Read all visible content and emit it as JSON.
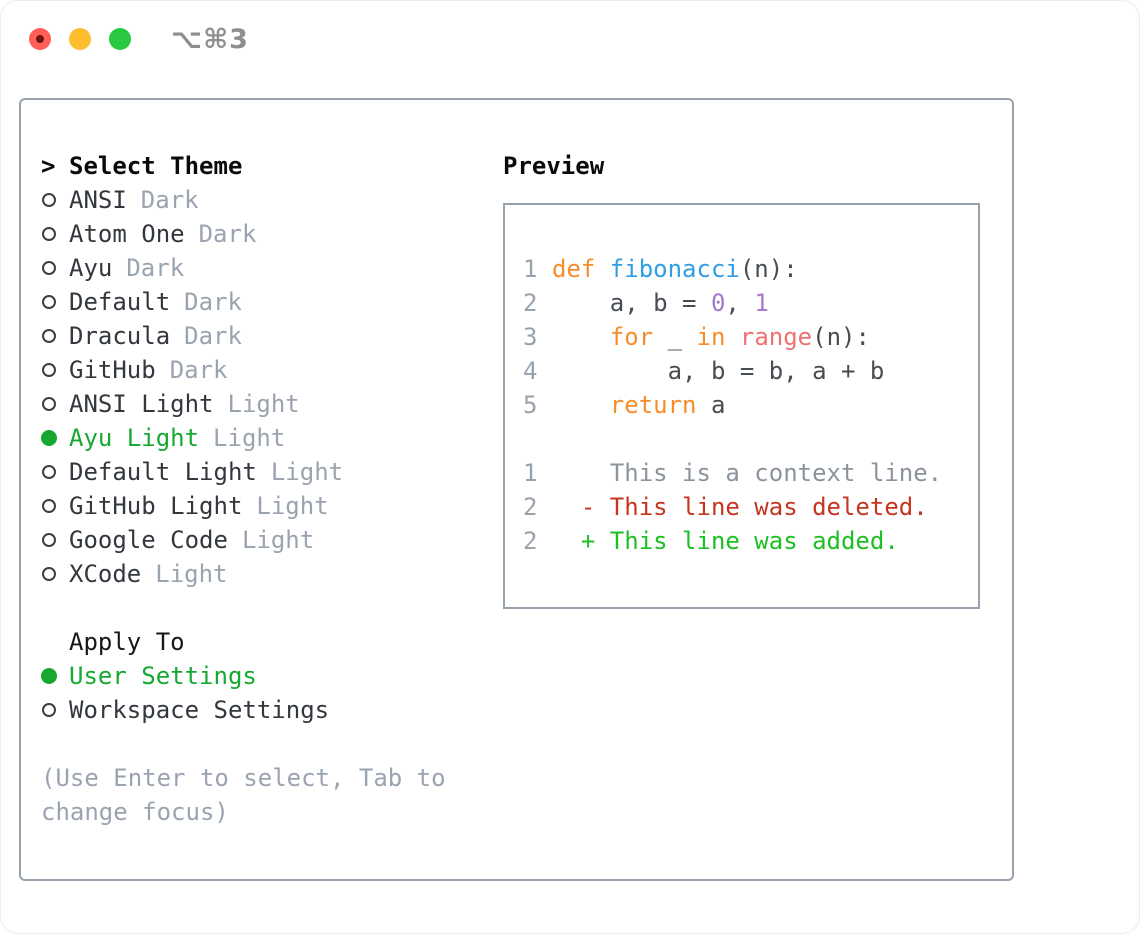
{
  "window": {
    "title": "⌥⌘3"
  },
  "colors": {
    "accent_green": "#16a831",
    "panel_border": "#98a2ad",
    "item_text": "#33383e",
    "tag_text": "#9aa3b0",
    "code_plain": "#474d53",
    "line_number": "#98a2ad",
    "keyword": "#f78c2a",
    "function": "#2f9ee3",
    "constant": "#a37acc",
    "special": "#f07171",
    "diff_context": "#8b939c",
    "diff_deleted": "#c4361f",
    "diff_added": "#1dc022",
    "traffic_red": "#ff5f57",
    "traffic_yellow": "#febc2f",
    "traffic_green": "#28c840"
  },
  "theme_list": {
    "header_marker": ">",
    "header_label": "Select Theme",
    "items": [
      {
        "name": "ANSI",
        "tag": "Dark",
        "selected": false
      },
      {
        "name": "Atom One",
        "tag": "Dark",
        "selected": false
      },
      {
        "name": "Ayu",
        "tag": "Dark",
        "selected": false
      },
      {
        "name": "Default",
        "tag": "Dark",
        "selected": false
      },
      {
        "name": "Dracula",
        "tag": "Dark",
        "selected": false
      },
      {
        "name": "GitHub",
        "tag": "Dark",
        "selected": false
      },
      {
        "name": "ANSI Light",
        "tag": "Light",
        "selected": false
      },
      {
        "name": "Ayu Light",
        "tag": "Light",
        "selected": true
      },
      {
        "name": "Default Light",
        "tag": "Light",
        "selected": false
      },
      {
        "name": "GitHub Light",
        "tag": "Light",
        "selected": false
      },
      {
        "name": "Google Code",
        "tag": "Light",
        "selected": false
      },
      {
        "name": "XCode",
        "tag": "Light",
        "selected": false
      }
    ]
  },
  "apply_to": {
    "header": "Apply To",
    "options": [
      {
        "label": "User Settings",
        "selected": true
      },
      {
        "label": "Workspace Settings",
        "selected": false
      }
    ]
  },
  "hint": "(Use Enter to select, Tab to change focus)",
  "preview": {
    "header": "Preview",
    "code_lines": [
      {
        "num": "1",
        "tokens": [
          [
            "def ",
            "keyword"
          ],
          [
            "fibonacci",
            "function"
          ],
          [
            "(n):",
            "plain"
          ]
        ]
      },
      {
        "num": "2",
        "tokens": [
          [
            "    a, b = ",
            "plain"
          ],
          [
            "0",
            "constant"
          ],
          [
            ", ",
            "plain"
          ],
          [
            "1",
            "constant"
          ]
        ]
      },
      {
        "num": "3",
        "tokens": [
          [
            "    ",
            "plain"
          ],
          [
            "for",
            "keyword"
          ],
          [
            " _ ",
            "plain"
          ],
          [
            "in",
            "keyword"
          ],
          [
            " ",
            "plain"
          ],
          [
            "range",
            "special"
          ],
          [
            "(n):",
            "plain"
          ]
        ]
      },
      {
        "num": "4",
        "tokens": [
          [
            "        a, b = b, a + b",
            "plain"
          ]
        ]
      },
      {
        "num": "5",
        "tokens": [
          [
            "    ",
            "plain"
          ],
          [
            "return",
            "keyword"
          ],
          [
            " a",
            "plain"
          ]
        ]
      }
    ],
    "diff_lines": [
      {
        "num": "1",
        "type": "context",
        "text": "    This is a context line."
      },
      {
        "num": "2",
        "type": "deleted",
        "text": "  - This line was deleted."
      },
      {
        "num": "2",
        "type": "added",
        "text": "  + This line was added."
      }
    ]
  }
}
